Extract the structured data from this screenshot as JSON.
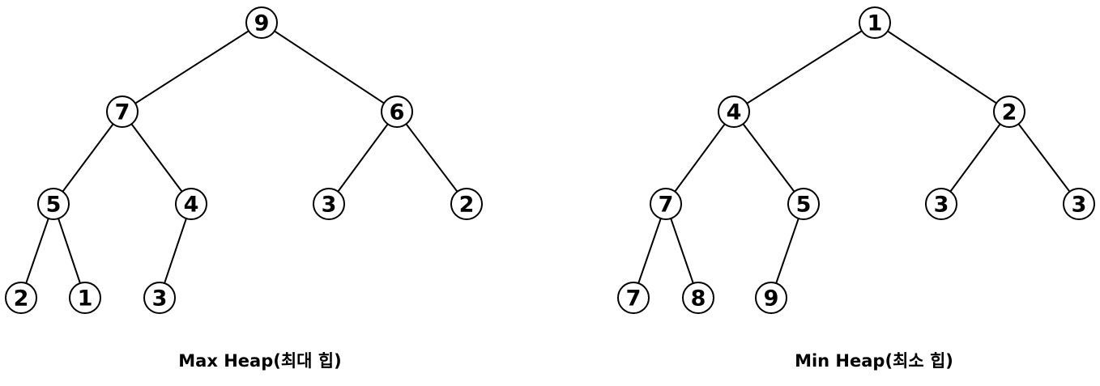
{
  "max_heap": {
    "caption": "Max Heap(최대 힙)",
    "values": [
      "9",
      "7",
      "6",
      "5",
      "4",
      "3",
      "2",
      "2",
      "1",
      "3"
    ]
  },
  "min_heap": {
    "caption": "Min Heap(최소 힙)",
    "values": [
      "1",
      "4",
      "2",
      "7",
      "5",
      "3",
      "3",
      "7",
      "8",
      "9"
    ]
  },
  "colors": {
    "stroke": "#000000",
    "node_fill": "#ffffff"
  }
}
